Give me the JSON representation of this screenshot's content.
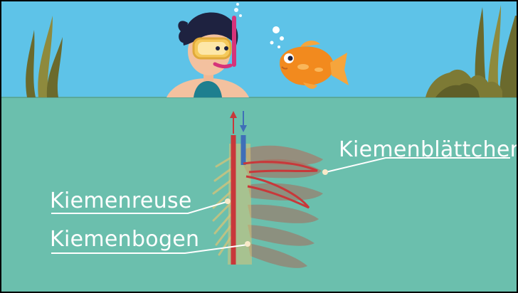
{
  "labels": {
    "gill_filaments": "Kiemenblättchen",
    "gill_rakers": "Kiemenreuse",
    "gill_arch": "Kiemenbogen"
  },
  "colors": {
    "sky": "#5ec3e8",
    "water": "#6bbfad",
    "seaweed": "#6b6a2d",
    "seaweed_light": "#8e8a3d",
    "fish": "#f28a1e",
    "diver_hair": "#1e2240",
    "mask": "#f5c95a",
    "snorkel": "#d6337a",
    "swimsuit": "#1e7f8f",
    "blood_out": "#c8383a",
    "blood_in": "#3f6fb8",
    "gill_tissue": "#a86a5a",
    "arch": "#d8c478"
  },
  "icons": {
    "diver": "snorkeling-girl-illustration",
    "fish": "orange-fish-illustration",
    "seaweed": "seaweed-illustration",
    "bubbles": "air-bubbles",
    "gill": "gill-cross-section-illustration",
    "arrow_up": "arrow-up-icon",
    "arrow_down": "arrow-down-icon"
  }
}
